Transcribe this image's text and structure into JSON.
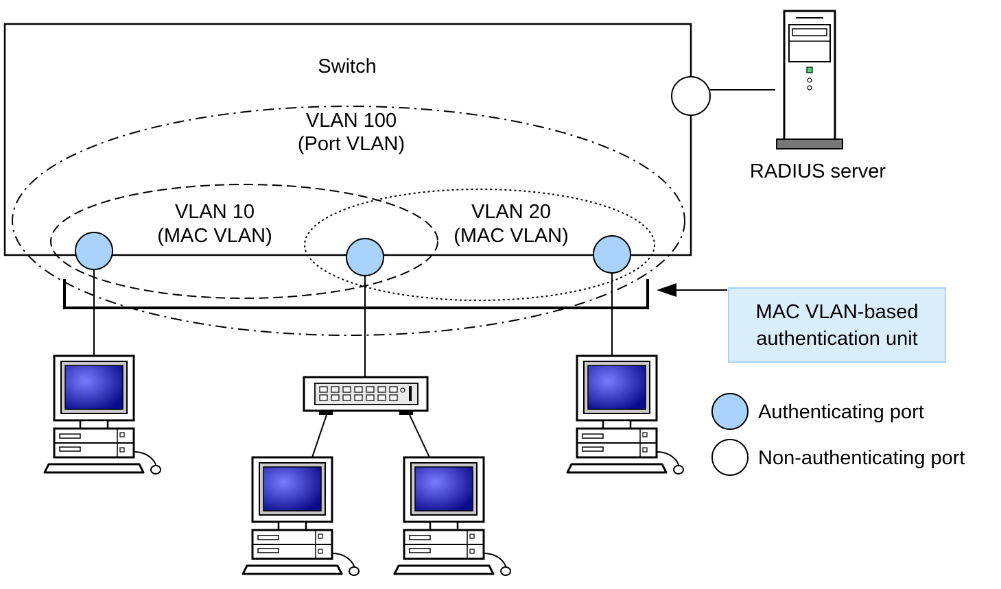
{
  "labels": {
    "switch": "Switch",
    "vlan100_line1": "VLAN 100",
    "vlan100_line2": "(Port VLAN)",
    "vlan10_line1": "VLAN 10",
    "vlan10_line2": "(MAC VLAN)",
    "vlan20_line1": "VLAN 20",
    "vlan20_line2": "(MAC VLAN)",
    "radius": "RADIUS server",
    "auth_unit_line1": "MAC VLAN-based",
    "auth_unit_line2": "authentication unit"
  },
  "legend": {
    "authenticating": "Authenticating port",
    "non_authenticating": "Non-authenticating port"
  },
  "colors": {
    "auth_port_fill": "#a9d3fb",
    "callout_fill": "#daedfb",
    "callout_border": "#a9d3fb",
    "screen_dark": "#0a0a8c",
    "screen_light": "#7a7cff"
  }
}
